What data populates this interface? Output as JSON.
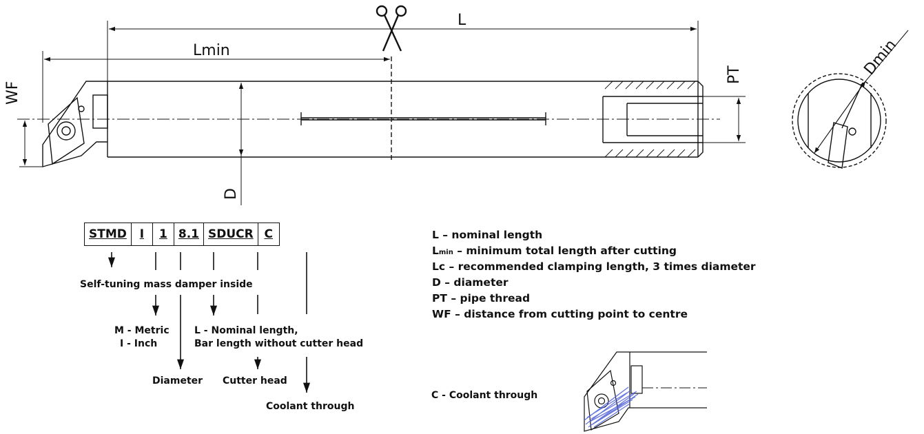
{
  "dimensions": {
    "L": "L",
    "Lmin": "Lmin",
    "WF": "WF",
    "D": "D",
    "PT": "PT",
    "Dmin": "Dmin"
  },
  "code": {
    "fields": [
      "STMD",
      "I",
      "1",
      "8.1",
      "SDUCR",
      "C"
    ]
  },
  "notes": {
    "stmd": "Self-tuning mass damper inside",
    "unit_m": "M - Metric",
    "unit_i": "I - Inch",
    "length_1": "L - Nominal length,",
    "length_2": "Bar length without cutter head",
    "diameter": "Diameter",
    "cutter": "Cutter head",
    "coolant": "Coolant through"
  },
  "legend": {
    "items": [
      {
        "key": "L",
        "sub": "",
        "text": " – nominal length"
      },
      {
        "key": "L",
        "sub": "min",
        "text": " – minimum total length after cutting"
      },
      {
        "key": "Lc",
        "sub": "",
        "text": " – recommended clamping length, 3 times diameter"
      },
      {
        "key": "D",
        "sub": "",
        "text": " – diameter"
      },
      {
        "key": "PT",
        "sub": "",
        "text": " – pipe thread"
      },
      {
        "key": "WF",
        "sub": "",
        "text": " – distance from cutting point to centre"
      }
    ]
  },
  "coolant_note": "C - Coolant through",
  "icons": [
    "scissors-icon"
  ]
}
